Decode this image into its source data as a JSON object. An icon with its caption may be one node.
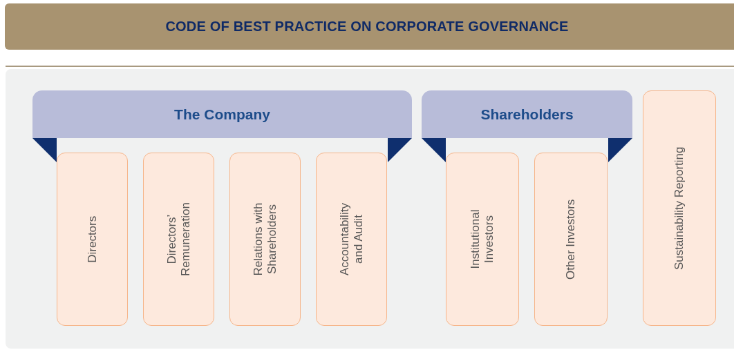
{
  "diagram": {
    "title": "CODE OF BEST PRACTICE ON CORPORATE GOVERNANCE",
    "nodes": [
      {
        "text": [
          "The Company"
        ]
      },
      {
        "text": [
          "Directors"
        ]
      },
      {
        "text": [
          "Directors’ Remuneration"
        ]
      },
      {
        "text": [
          "Relations with Shareholders"
        ]
      },
      {
        "text": [
          "Accountability and Audit"
        ]
      },
      {
        "text": [
          "Shareholders"
        ]
      },
      {
        "text": [
          "Institutional Investors"
        ]
      },
      {
        "text": [
          "Other Investors"
        ]
      },
      {
        "text": [
          "Sustainability Reporting"
        ]
      }
    ]
  }
}
